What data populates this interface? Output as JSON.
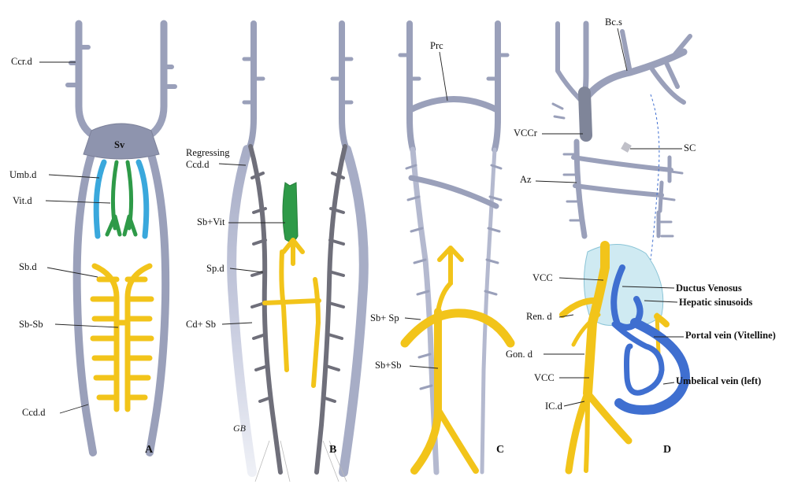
{
  "colors": {
    "vessel_gray": "#a7adc6",
    "vessel_dark": "#6f6f7a",
    "yellow": "#f2c41a",
    "green": "#2e9a48",
    "blue_light": "#3aa8dc",
    "blue_portal": "#3f6fd0",
    "liver": "#bfe3ee"
  },
  "panels": {
    "A": {
      "panel_label": "A",
      "labels": {
        "ccr_d": "Ccr.d",
        "sv": "Sv",
        "umb_d": "Umb.d",
        "vit_d": "Vit.d",
        "sb_d": "Sb.d",
        "sb_sb": "Sb-Sb",
        "ccd_d": "Ccd.d"
      }
    },
    "B": {
      "panel_label": "B",
      "signature": "GB",
      "labels": {
        "regressing_1": "Regressing",
        "regressing_2": "Ccd.d",
        "sb_vit": "Sb+Vit",
        "sp_d": "Sp.d",
        "cd_sb": "Cd+ Sb"
      }
    },
    "C": {
      "panel_label": "C",
      "labels": {
        "prc": "Prc",
        "sb_sp": "Sb+ Sp",
        "sb_sb": "Sb+Sb"
      }
    },
    "D": {
      "panel_label": "D",
      "labels": {
        "bc_s": "Bc.s",
        "vccr": "VCCr",
        "sc": "SC",
        "az": "Az",
        "vcc_upper": "VCC",
        "ductus_venosus": "Ductus Venosus",
        "hepatic_sinusoids": "Hepatic sinusoids",
        "ren_d": "Ren. d",
        "portal_vein": "Portal vein (Vitelline)",
        "gon_d": "Gon. d",
        "vcc_lower": "VCC",
        "umbilical_vein": "Umbelical vein (left)",
        "ic_d": "IC.d"
      }
    }
  }
}
